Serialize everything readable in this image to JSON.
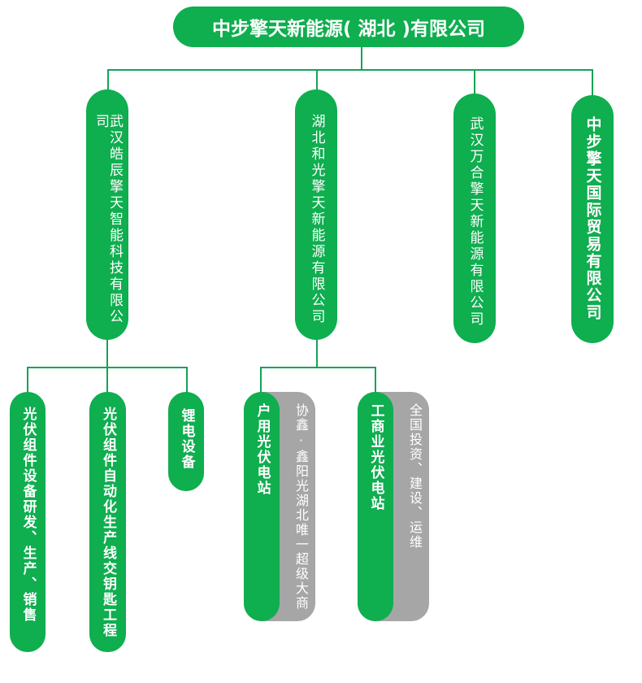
{
  "root": {
    "label": "中步擎天新能源( 湖北 )有限公司"
  },
  "level1": [
    {
      "label": "武汉皓辰擎天智能科技有限公司"
    },
    {
      "label": "湖北和光擎天新能源有限公司"
    },
    {
      "label": "武汉万合擎天新能源有限公司"
    },
    {
      "label": "中步擎天国际贸易有限公司"
    }
  ],
  "level2_a": [
    {
      "label": "光伏组件设备研发、生产、销售"
    },
    {
      "label": "光伏组件自动化生产线交钥匙工程"
    },
    {
      "label": "锂电设备"
    }
  ],
  "level2_b": [
    {
      "label": "户用光伏电站",
      "note": "协鑫·鑫阳光湖北唯一超级大商"
    },
    {
      "label": "工商业光伏电站",
      "note": "全国投资、建设、运维"
    }
  ],
  "colors": {
    "green": "#0fae4f",
    "gray": "#a6a6a6",
    "line": "#14a356"
  }
}
